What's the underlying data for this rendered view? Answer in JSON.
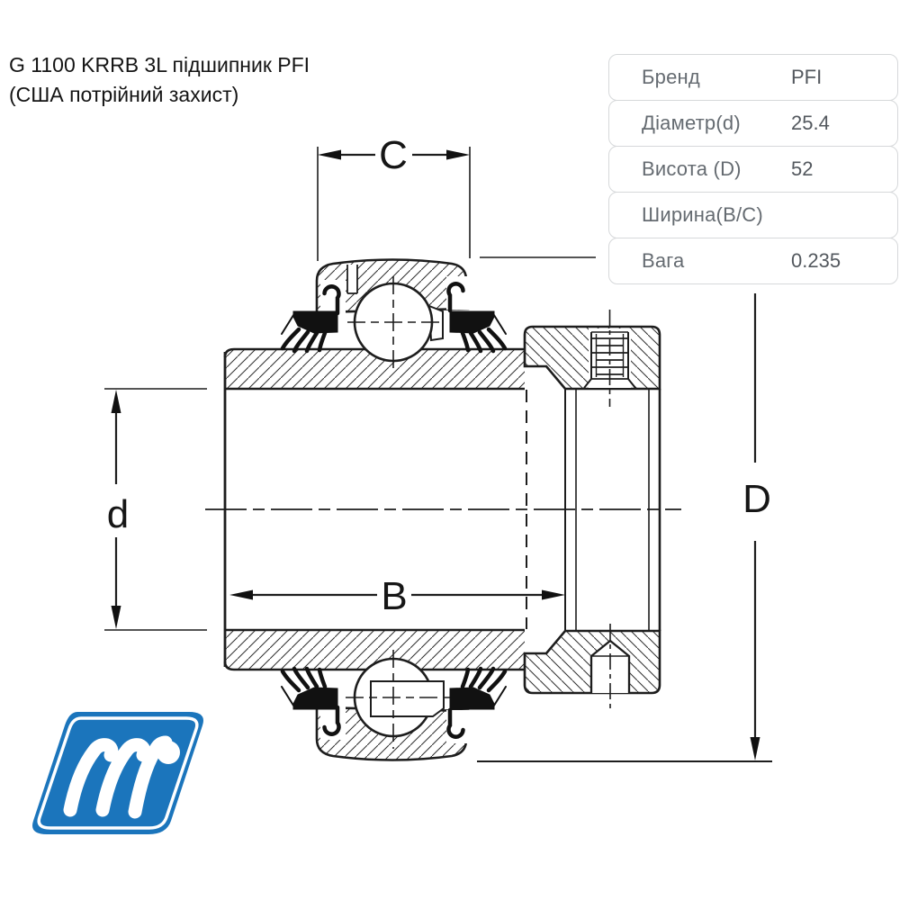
{
  "title": {
    "line1": "G 1100 KRRB 3L підшипник PFI",
    "line2": "(США потрійний захист)"
  },
  "spec_table": {
    "rows": [
      {
        "label": "Бренд",
        "value": "PFI"
      },
      {
        "label": "Діаметр(d)",
        "value": "25.4"
      },
      {
        "label": "Висота (D)",
        "value": "52"
      },
      {
        "label": "Ширина(B/C)",
        "value": ""
      },
      {
        "label": "Вага",
        "value": "0.235"
      }
    ]
  },
  "drawing": {
    "dims": {
      "c": "C",
      "d_small": "d",
      "b": "B",
      "d_big": "D"
    }
  },
  "logo": {
    "brand": "pfi"
  },
  "colors": {
    "logo_blue": "#1b75bc",
    "drawing_line": "#1d1d1d",
    "table_border": "#d6d8da",
    "table_label_text": "#656b71",
    "table_value_text": "#53585e"
  }
}
